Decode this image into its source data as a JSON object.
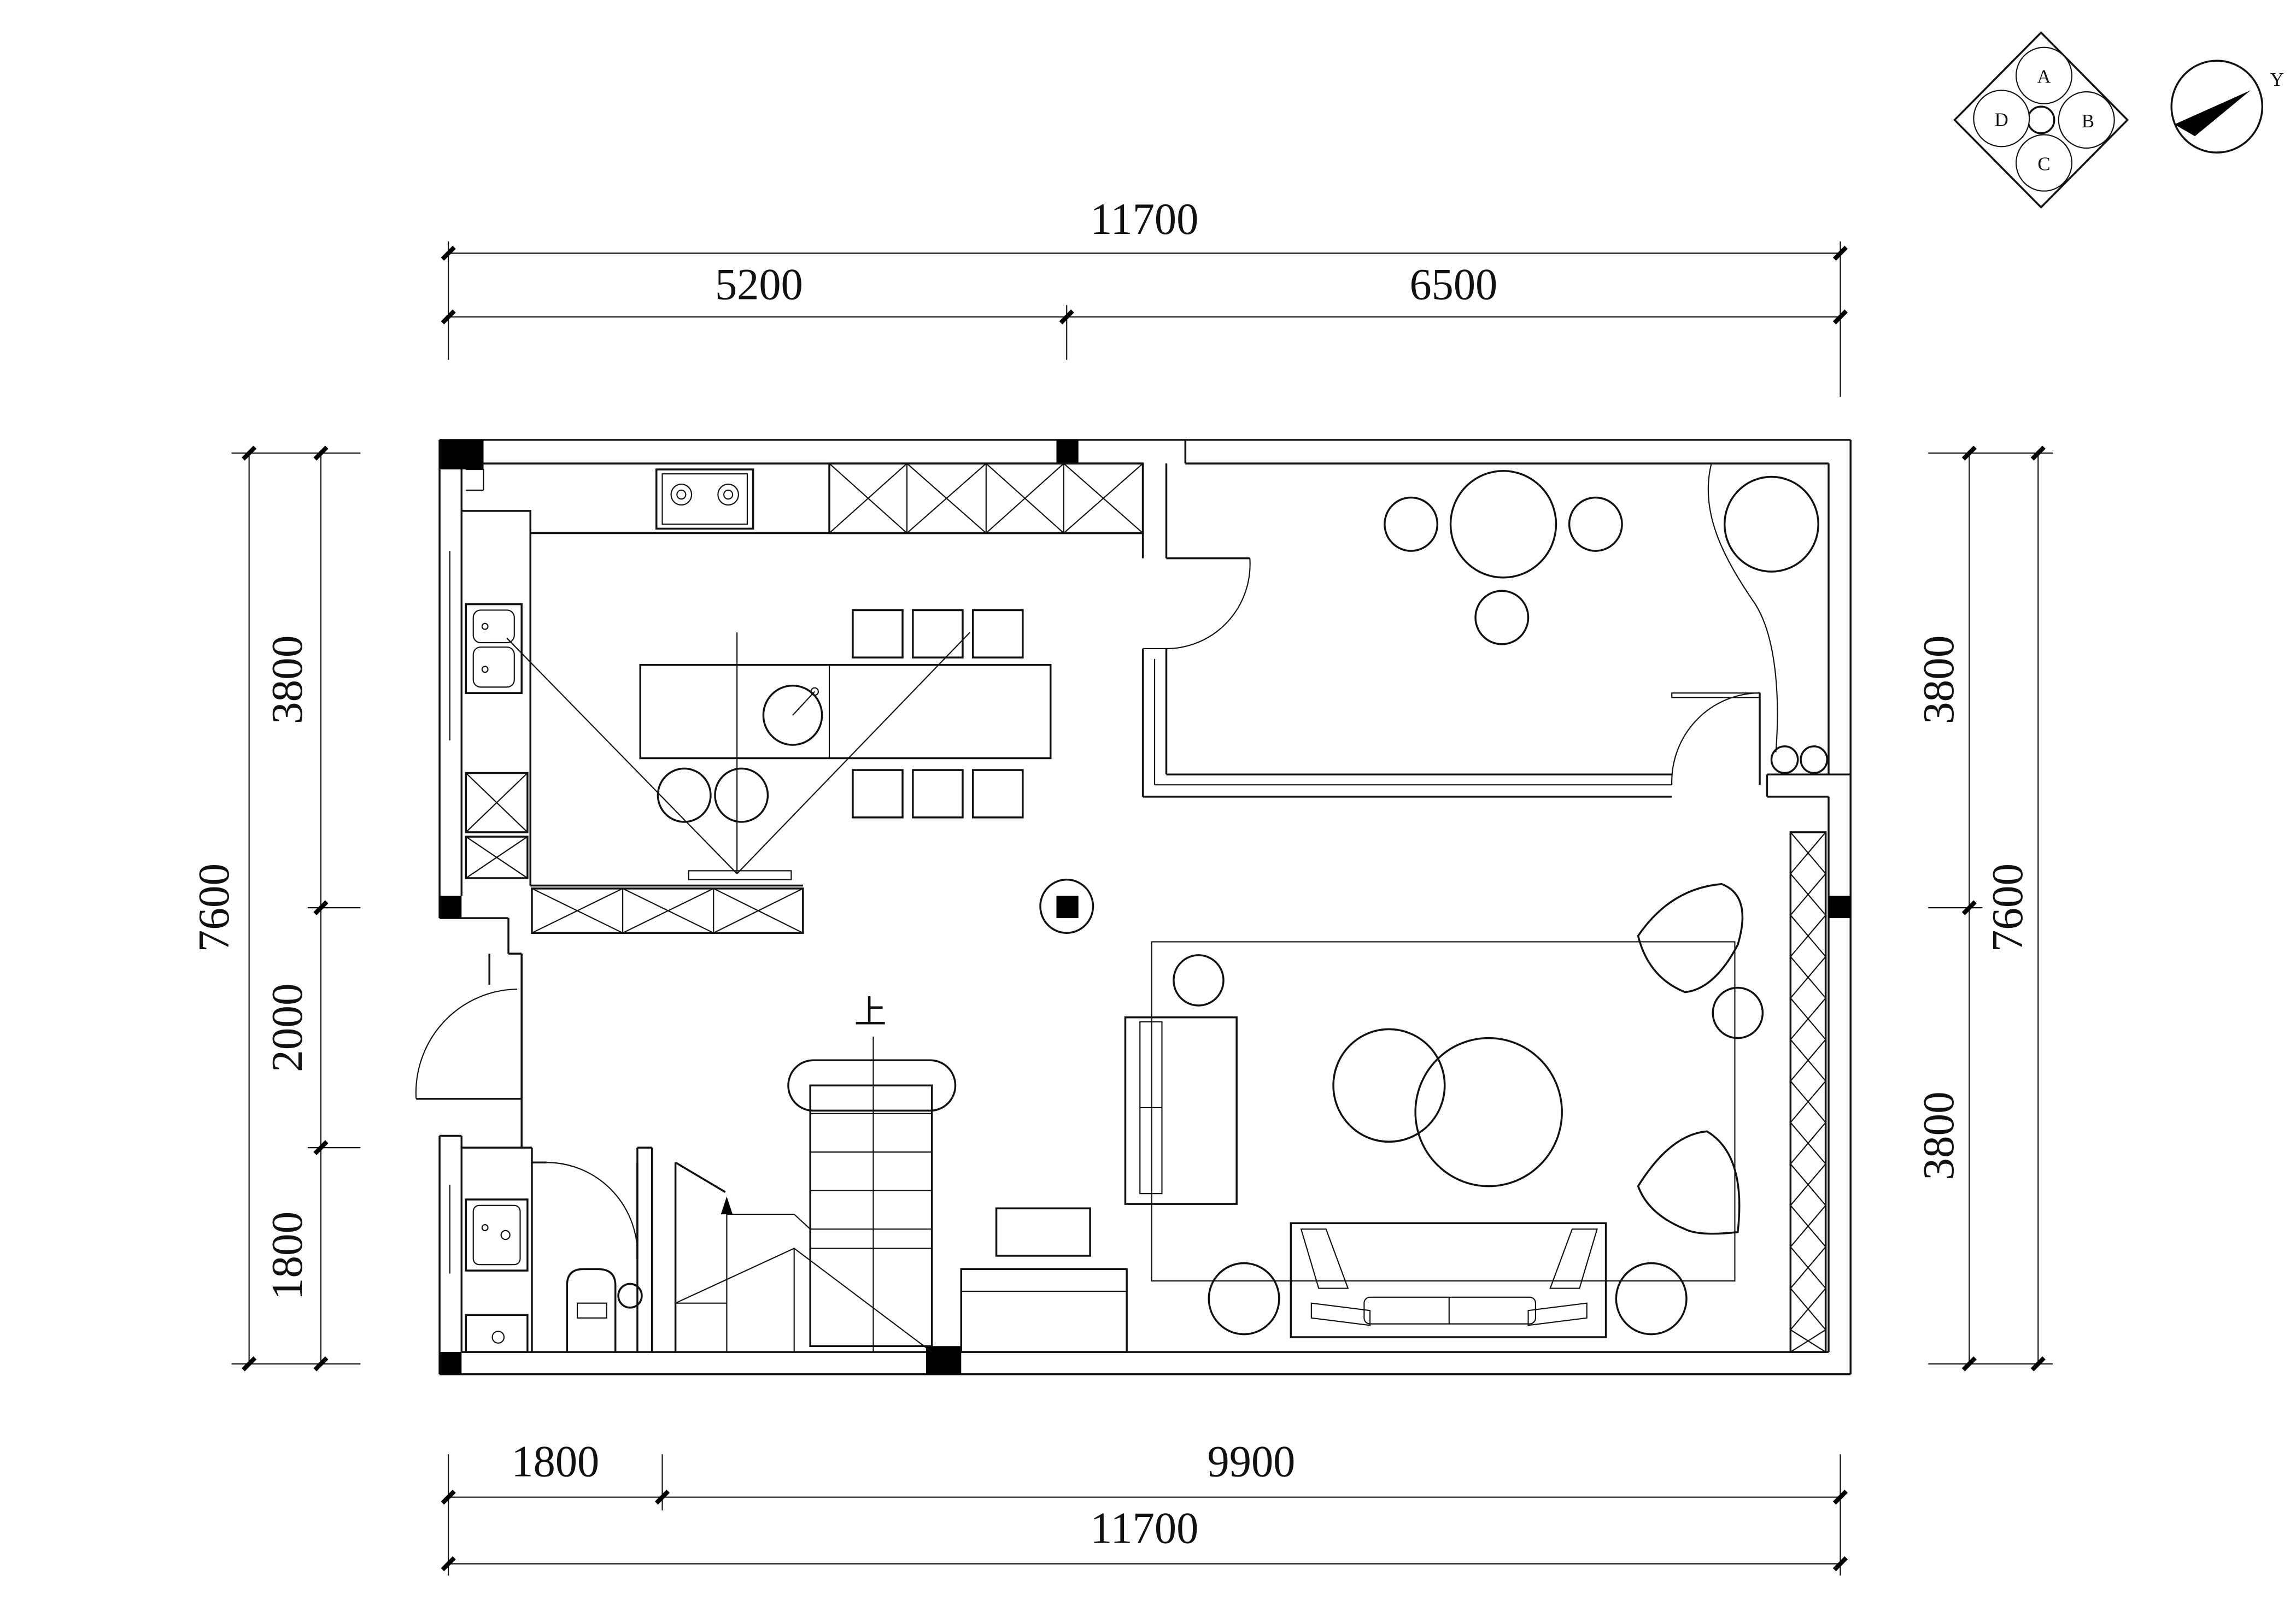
{
  "plan": {
    "dimensions": {
      "top_total": "11700",
      "top_left": "5200",
      "top_right": "6500",
      "bottom_left": "1800",
      "bottom_right": "9900",
      "bottom_total": "11700",
      "left_total": "7600",
      "left_upper": "3800",
      "left_middle": "2000",
      "left_lower": "1800",
      "right_upper": "3800",
      "right_lower": "3800",
      "right_total": "7600"
    },
    "stair_label": "上",
    "compass": {
      "a": "A",
      "b": "B",
      "c": "C",
      "d": "D"
    },
    "north_mark": "Y"
  }
}
